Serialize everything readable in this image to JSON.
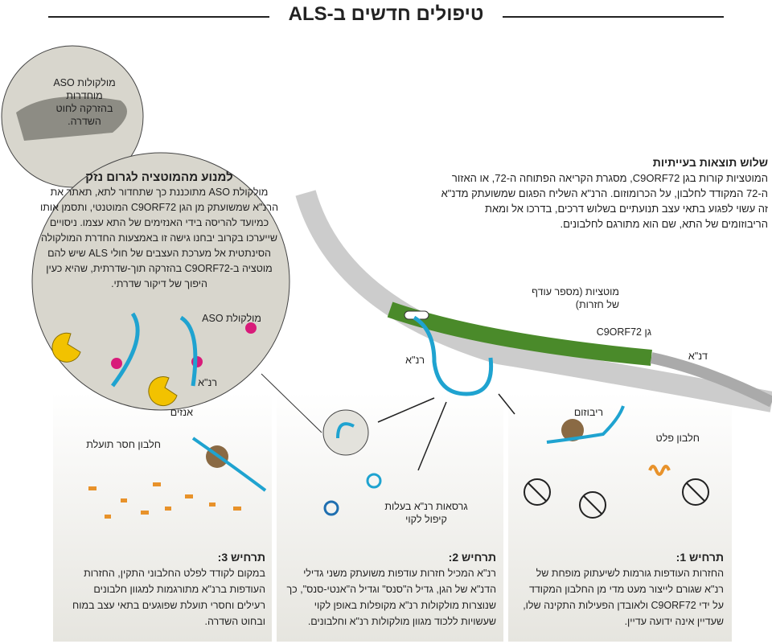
{
  "title": "טיפולים חדשים ב-ALS",
  "intro": {
    "heading": "שלוש תוצאות בעייתיות",
    "body": "המוטציות קורות בגן C9ORF72, מסגרת הקריאה הפתוחה ה-72, או האזור ה-72 המקודד לחלבון, על הכרומוזום. הרנ\"א השליח הפגום שמשועתק מדנ\"א זה עשוי לפגוע בתאי עצב תנועתיים בשלוש דרכים, בדרכו אל ומאת הריבוזומים של התא, שם הוא מתורגם לחלבונים."
  },
  "injection": {
    "label": "מולקולות ASO מוחדרות בהזרקה לחוט השדרה."
  },
  "prevent": {
    "heading": "למנוע מהמוטציה לגרום נזק",
    "body": "מולקולת ASO מתוכננת כך שתחדור לתא, תאתר את הרנ\"א שמשועתק מן הגן C9ORF72 המוטנטי, ותסמן אותו כמיועד להריסה בידי האנזימים של התא עצמו. ניסויים שייערכו בקרוב יבחנו גישה זו באמצעות החדרת המולקולה הסינתטית אל מערכת העצבים של חולי ALS שיש להם מוטציה ב-C9ORF72 בהזרקה תוך-שדרתית, שהיא כעין היפוך של דיקור שדרתי.",
    "aso_label": "מולקולת ASO",
    "rna_label": "רנ\"א",
    "enzyme_label": "אנזים"
  },
  "gene": {
    "mutations_label": "מוטציות (מספר עודף של חזרות)",
    "gene_label": "גן C9ORF72",
    "dna_label": "דנ\"א",
    "rna_label": "רנ\"א"
  },
  "labels": {
    "ribosome": "ריבוזום",
    "output_protein": "חלבון פלט",
    "useless_protein": "חלבון חסר תועלת",
    "misfolded": "גרסאות רנ\"א בעלות קיפול לקוי"
  },
  "scenarios": [
    {
      "heading": "תרחיש 1:",
      "body": "החזרות העודפות גורמות לשיעתוק מופחת של רנ\"א שגורם לייצור מעט מדי מן החלבון המקודד על ידי C9ORF72 ולאובדן הפעילות התקינה שלו, שעדיין אינה ידועה עדיין."
    },
    {
      "heading": "תרחיש 2:",
      "body": "רנ\"א המכיל חזרות עודפות משועתק משני גדילי הדנ\"א של הגן, גדיל ה\"סנס\" וגדיל ה\"אנטי-סנס\", כך שנוצרות מולקולות רנ\"א מקופלות באופן לקוי שעשויות ללכוד מגוון מולקולות רנ\"א וחלבונים."
    },
    {
      "heading": "תרחיש 3:",
      "body": "במקום לקודד לפלט החלבוני התקין, החזרות העודפות ברנ\"א מתורגמות למגוון חלבונים רעילים וחסרי תועלת שפוגעים בתאי עצב במוח ובחוט השדרה."
    }
  ],
  "colors": {
    "rna": "#1fa3d0",
    "dna_gene": "#4a8a2a",
    "aso": "#d81b7a",
    "enzyme": "#f2c200",
    "protein": "#e8922a",
    "ribosome": "#8a6a44",
    "panel": "#e6e5df"
  }
}
